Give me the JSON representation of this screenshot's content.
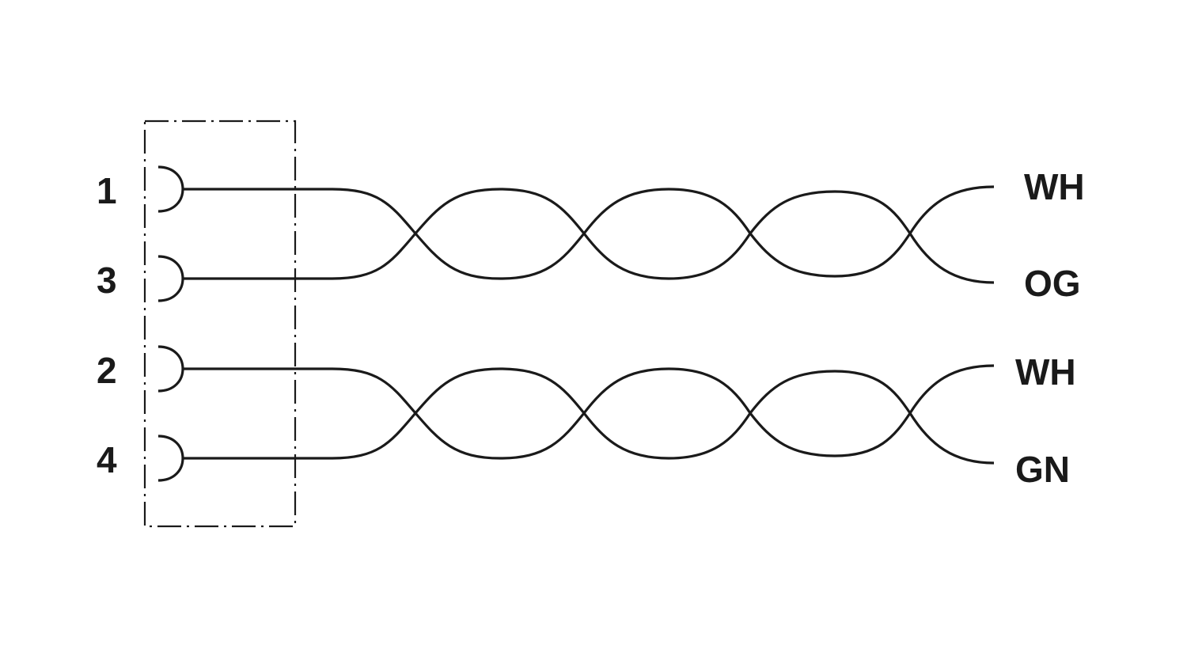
{
  "diagram": {
    "pins": [
      {
        "label": "1"
      },
      {
        "label": "3"
      },
      {
        "label": "2"
      },
      {
        "label": "4"
      }
    ],
    "wires": [
      {
        "label": "WH",
        "pair": 1
      },
      {
        "label": "OG",
        "pair": 1
      },
      {
        "label": "WH",
        "pair": 2
      },
      {
        "label": "GN",
        "pair": 2
      }
    ],
    "line_color": "#1a1a1a",
    "background_color": "#ffffff"
  }
}
